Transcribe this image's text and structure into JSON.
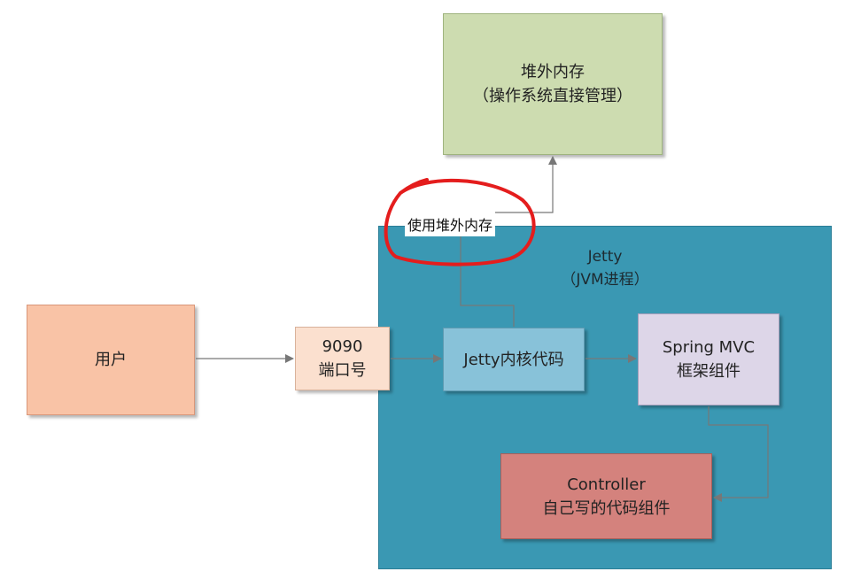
{
  "colors": {
    "offheap_fill": "#cddcb0",
    "jetty_fill": "#3a98b3",
    "user_fill": "#f9c3a6",
    "port_fill": "#fbe0cf",
    "core_fill": "#88c2d9",
    "spring_fill": "#ddd6e8",
    "controller_fill": "#d4827d",
    "highlight_circle": "#e41d1d",
    "connector": "#777777"
  },
  "nodes": {
    "offheap": {
      "title": "堆外内存",
      "subtitle": "（操作系统直接管理）"
    },
    "jetty": {
      "title": "Jetty",
      "subtitle": "（JVM进程）"
    },
    "user": {
      "title": "用户"
    },
    "port": {
      "title": "9090",
      "subtitle": "端口号"
    },
    "core": {
      "title": "Jetty内核代码"
    },
    "spring": {
      "title": "Spring MVC",
      "subtitle": "框架组件"
    },
    "controller": {
      "title": "Controller",
      "subtitle": "自己写的代码组件"
    }
  },
  "edge_labels": {
    "use_offheap": "使用堆外内存"
  }
}
